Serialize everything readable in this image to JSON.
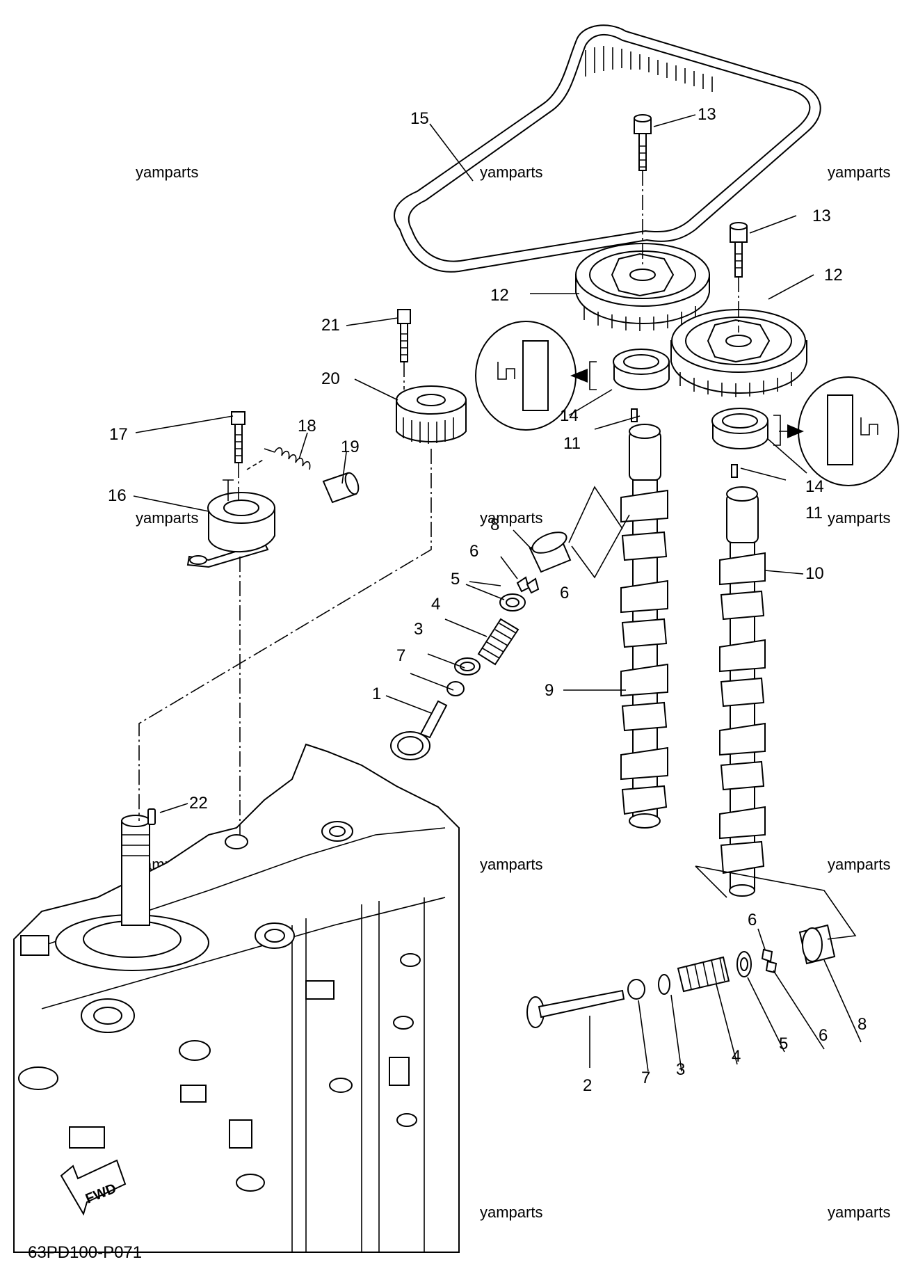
{
  "diagram_code": "63PD100-P071",
  "watermark": "yamparts",
  "direction_label": "FWD",
  "callouts": {
    "c1": "1",
    "c2": "2",
    "c3a": "3",
    "c3b": "3",
    "c4a": "4",
    "c4b": "4",
    "c5a": "5",
    "c5b": "5",
    "c6a": "6",
    "c6b": "6",
    "c6c": "6",
    "c6d": "6",
    "c7a": "7",
    "c7b": "7",
    "c8a": "8",
    "c8b": "8",
    "c9": "9",
    "c10": "10",
    "c11a": "11",
    "c11b": "11",
    "c12a": "12",
    "c12b": "12",
    "c13a": "13",
    "c13b": "13",
    "c14a": "14",
    "c14b": "14",
    "c15": "15",
    "c16": "16",
    "c17": "17",
    "c18": "18",
    "c19": "19",
    "c20": "20",
    "c21": "21",
    "c22": "22"
  }
}
